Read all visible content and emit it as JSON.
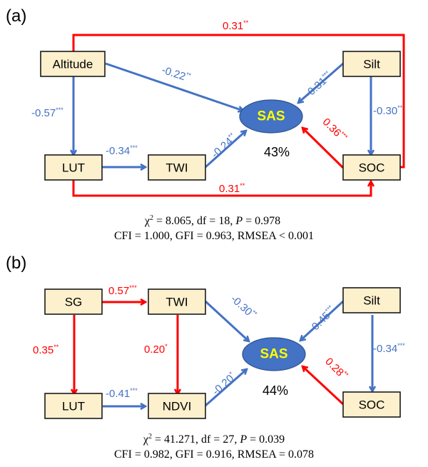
{
  "colors": {
    "positive": "#ff0000",
    "negative": "#4472c4",
    "node_fill": "#fdf0cd",
    "latent_fill": "#4472c4",
    "latent_text": "#ffff00"
  },
  "panels": [
    {
      "label": "(a)",
      "nodes": {
        "Altitude": "Altitude",
        "Silt": "Silt",
        "LUT": "LUT",
        "TWI": "TWI",
        "SOC": "SOC",
        "SAS": "SAS"
      },
      "r_squared": "43%",
      "paths": [
        {
          "from": "Altitude",
          "to": "SOC",
          "coef": "0.31",
          "sig": "**",
          "sign": "positive"
        },
        {
          "from": "Altitude",
          "to": "SAS",
          "coef": "-0.22",
          "sig": "**",
          "sign": "negative"
        },
        {
          "from": "Altitude",
          "to": "LUT",
          "coef": "-0.57",
          "sig": "***",
          "sign": "negative"
        },
        {
          "from": "Silt",
          "to": "SAS",
          "coef": "-0.31",
          "sig": "***",
          "sign": "negative"
        },
        {
          "from": "Silt",
          "to": "SOC",
          "coef": "-0.30",
          "sig": "**",
          "sign": "negative"
        },
        {
          "from": "LUT",
          "to": "TWI",
          "coef": "-0.34",
          "sig": "***",
          "sign": "negative"
        },
        {
          "from": "TWI",
          "to": "SAS",
          "coef": "-0.24",
          "sig": "**",
          "sign": "negative"
        },
        {
          "from": "SOC",
          "to": "SAS",
          "coef": "0.36",
          "sig": "***",
          "sign": "positive"
        },
        {
          "from": "LUT",
          "to": "SOC",
          "coef": "0.31",
          "sig": "**",
          "sign": "positive"
        }
      ],
      "fit": {
        "line1": {
          "chi": "χ",
          "sup": "2",
          "rest1": " = 8.065, df = 18, ",
          "P": "P",
          "rest2": " = 0.978"
        },
        "line2": "CFI = 1.000, GFI = 0.963, RMSEA < 0.001"
      }
    },
    {
      "label": "(b)",
      "nodes": {
        "SG": "SG",
        "TWI": "TWI",
        "Silt": "Silt",
        "LUT": "LUT",
        "NDVI": "NDVI",
        "SOC": "SOC",
        "SAS": "SAS"
      },
      "r_squared": "44%",
      "paths": [
        {
          "from": "SG",
          "to": "TWI",
          "coef": "0.57",
          "sig": "***",
          "sign": "positive"
        },
        {
          "from": "SG",
          "to": "LUT",
          "coef": "0.35",
          "sig": "**",
          "sign": "positive"
        },
        {
          "from": "TWI",
          "to": "NDVI",
          "coef": "0.20",
          "sig": "*",
          "sign": "positive"
        },
        {
          "from": "TWI",
          "to": "SAS",
          "coef": "-0.30",
          "sig": "**",
          "sign": "negative"
        },
        {
          "from": "LUT",
          "to": "NDVI",
          "coef": "-0.41",
          "sig": "***",
          "sign": "negative"
        },
        {
          "from": "NDVI",
          "to": "SAS",
          "coef": "-0.20",
          "sig": "*",
          "sign": "negative"
        },
        {
          "from": "Silt",
          "to": "SAS",
          "coef": "-0.45",
          "sig": "***",
          "sign": "negative"
        },
        {
          "from": "Silt",
          "to": "SOC",
          "coef": "-0.34",
          "sig": "***",
          "sign": "negative"
        },
        {
          "from": "SOC",
          "to": "SAS",
          "coef": "0.28",
          "sig": "**",
          "sign": "positive"
        }
      ],
      "fit": {
        "line1": {
          "chi": "χ",
          "sup": "2",
          "rest1": " = 41.271, df = 27, ",
          "P": "P",
          "rest2": " = 0.039"
        },
        "line2": "CFI = 0.982, GFI = 0.916, RMSEA = 0.078"
      }
    }
  ]
}
